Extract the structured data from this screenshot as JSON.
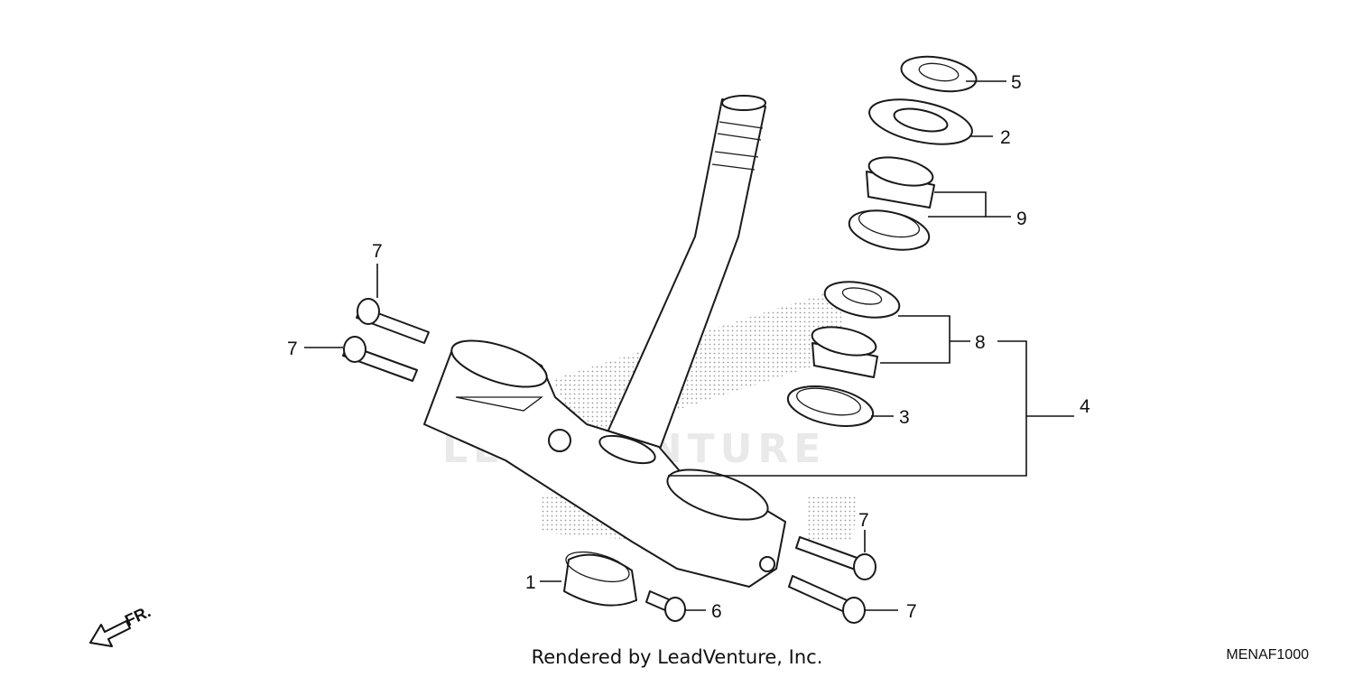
{
  "diagram": {
    "callouts": [
      {
        "id": "c5",
        "label": "5"
      },
      {
        "id": "c2",
        "label": "2"
      },
      {
        "id": "c9",
        "label": "9"
      },
      {
        "id": "c8",
        "label": "8"
      },
      {
        "id": "c3",
        "label": "3"
      },
      {
        "id": "c4",
        "label": "4"
      },
      {
        "id": "c7a",
        "label": "7"
      },
      {
        "id": "c7b",
        "label": "7"
      },
      {
        "id": "c7c",
        "label": "7"
      },
      {
        "id": "c7d",
        "label": "7"
      },
      {
        "id": "c1",
        "label": "1"
      },
      {
        "id": "c6",
        "label": "6"
      }
    ],
    "front_indicator": "FR.",
    "watermark": "LEADVENTURE"
  },
  "footer": {
    "rendered_by": "Rendered by LeadVenture, Inc.",
    "diagram_code": "MENAF1000"
  }
}
